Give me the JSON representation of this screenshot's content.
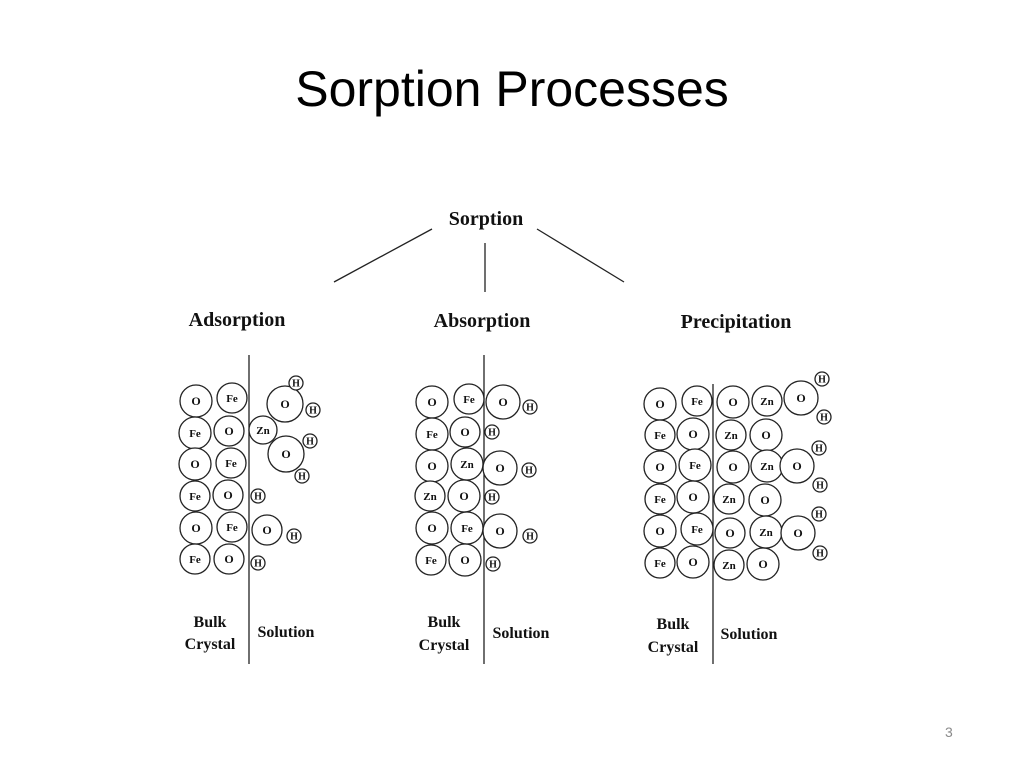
{
  "slide": {
    "title": "Sorption Processes",
    "number": "3"
  },
  "diagram": {
    "root": "Sorption",
    "panels": [
      {
        "key": "adsorption",
        "title": "Adsorption",
        "bulk_label_line1": "Bulk",
        "bulk_label_line2": "Crystal",
        "solution_label": "Solution",
        "atoms": [
          {
            "label": "O"
          },
          {
            "label": "Fe"
          },
          {
            "label": "O"
          },
          {
            "label": "H"
          },
          {
            "label": "H"
          },
          {
            "label": "Fe"
          },
          {
            "label": "O"
          },
          {
            "label": "Zn"
          },
          {
            "label": "O"
          },
          {
            "label": "H"
          },
          {
            "label": "H"
          },
          {
            "label": "O"
          },
          {
            "label": "Fe"
          },
          {
            "label": "Fe"
          },
          {
            "label": "O"
          },
          {
            "label": "H"
          },
          {
            "label": "O"
          },
          {
            "label": "Fe"
          },
          {
            "label": "O"
          },
          {
            "label": "H"
          },
          {
            "label": "Fe"
          },
          {
            "label": "O"
          },
          {
            "label": "H"
          }
        ]
      },
      {
        "key": "absorption",
        "title": "Absorption",
        "bulk_label_line1": "Bulk",
        "bulk_label_line2": "Crystal",
        "solution_label": "Solution",
        "atoms": [
          {
            "label": "O"
          },
          {
            "label": "Fe"
          },
          {
            "label": "O"
          },
          {
            "label": "H"
          },
          {
            "label": "Fe"
          },
          {
            "label": "O"
          },
          {
            "label": "H"
          },
          {
            "label": "O"
          },
          {
            "label": "Zn"
          },
          {
            "label": "O"
          },
          {
            "label": "H"
          },
          {
            "label": "Zn"
          },
          {
            "label": "O"
          },
          {
            "label": "H"
          },
          {
            "label": "O"
          },
          {
            "label": "Fe"
          },
          {
            "label": "O"
          },
          {
            "label": "H"
          },
          {
            "label": "Fe"
          },
          {
            "label": "O"
          },
          {
            "label": "H"
          }
        ]
      },
      {
        "key": "precipitation",
        "title": "Precipitation",
        "bulk_label_line1": "Bulk",
        "bulk_label_line2": "Crystal",
        "solution_label": "Solution",
        "atoms": [
          {
            "label": "O"
          },
          {
            "label": "Fe"
          },
          {
            "label": "O"
          },
          {
            "label": "Zn"
          },
          {
            "label": "O"
          },
          {
            "label": "H"
          },
          {
            "label": "H"
          },
          {
            "label": "Fe"
          },
          {
            "label": "O"
          },
          {
            "label": "Zn"
          },
          {
            "label": "O"
          },
          {
            "label": "O"
          },
          {
            "label": "Fe"
          },
          {
            "label": "O"
          },
          {
            "label": "Zn"
          },
          {
            "label": "O"
          },
          {
            "label": "H"
          },
          {
            "label": "H"
          },
          {
            "label": "Fe"
          },
          {
            "label": "O"
          },
          {
            "label": "Zn"
          },
          {
            "label": "O"
          },
          {
            "label": "O"
          },
          {
            "label": "Fe"
          },
          {
            "label": "O"
          },
          {
            "label": "Zn"
          },
          {
            "label": "O"
          },
          {
            "label": "H"
          },
          {
            "label": "H"
          },
          {
            "label": "Fe"
          },
          {
            "label": "O"
          },
          {
            "label": "Zn"
          },
          {
            "label": "O"
          }
        ]
      }
    ]
  }
}
